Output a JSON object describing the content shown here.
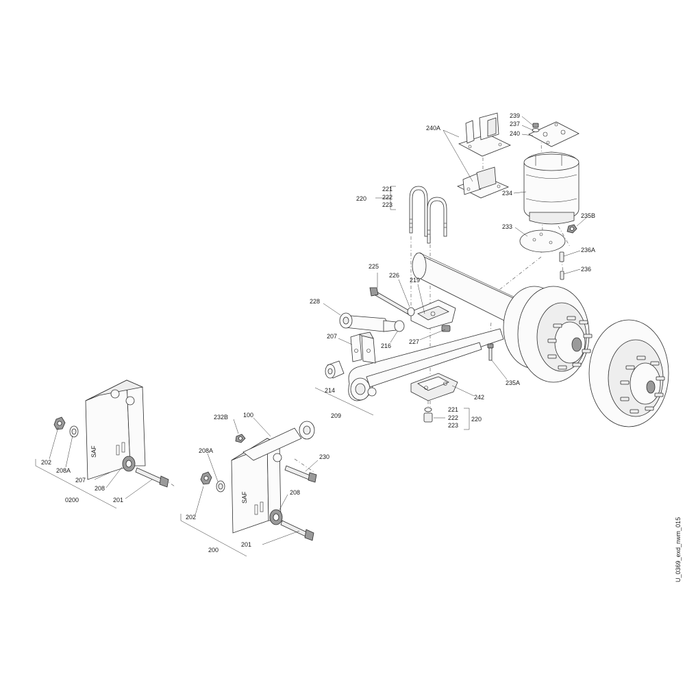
{
  "drawing_id": "U_0369_exd_nwm_015",
  "labels": {
    "l240A": "240A",
    "l239": "239",
    "l237": "237",
    "l240": "240",
    "l234": "234",
    "l235B": "235B",
    "l233": "233",
    "l236A": "236A",
    "l236": "236",
    "l221a": "221",
    "l222a": "222",
    "l223a": "223",
    "l220a": "220",
    "l225": "225",
    "l226": "226",
    "l219": "219",
    "l228": "228",
    "l207": "207",
    "l216": "216",
    "l227": "227",
    "l235A": "235A",
    "l214": "214",
    "l209": "209",
    "l242": "242",
    "l221b": "221",
    "l222b": "222",
    "l223b": "223",
    "l220b": "220",
    "l232B": "232B",
    "l100": "100",
    "l230": "230",
    "l208A_r": "208A",
    "l202_r": "202",
    "l208_r": "208",
    "l200": "200",
    "l201_r": "201",
    "l202_l": "202",
    "l208A_l": "208A",
    "l207_l": "207",
    "l208_l": "208",
    "l0200": "0200",
    "l201_l": "201"
  }
}
